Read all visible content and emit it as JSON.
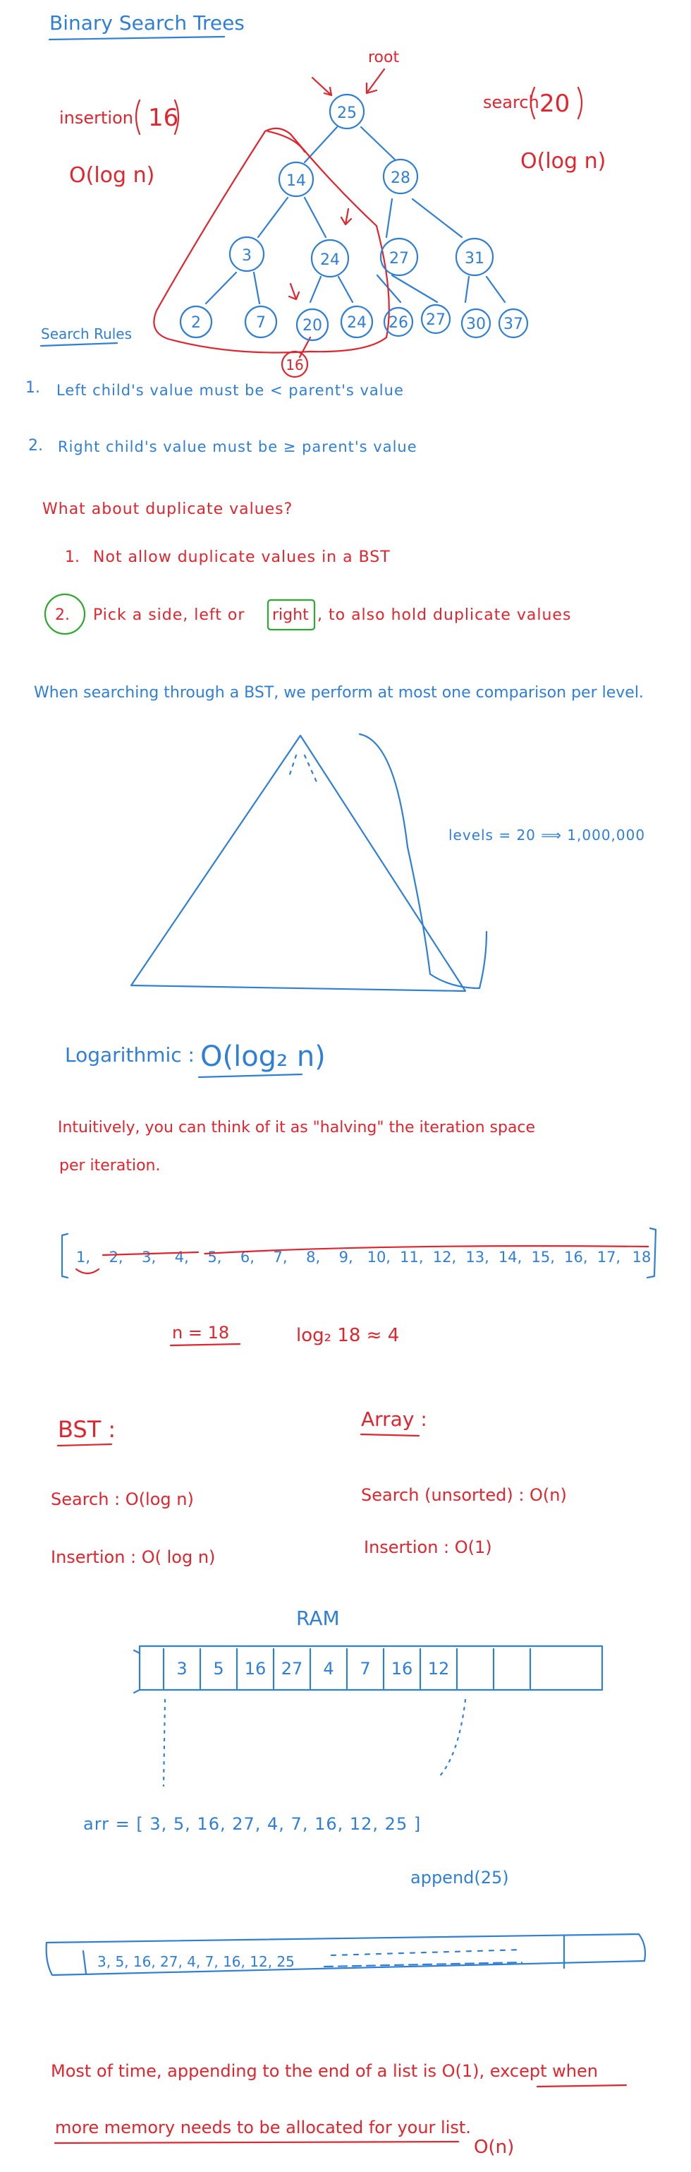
{
  "title": "Binary Search Trees",
  "tree": {
    "root_label": "root",
    "insertion_label": "insertion",
    "insertion_value": "16",
    "insertion_complexity": "O(log n)",
    "search_label": "search",
    "search_value": "20",
    "search_complexity": "O(log n)",
    "nodes": {
      "n25": "25",
      "n14": "14",
      "n28": "28",
      "n3": "3",
      "n24": "24",
      "n27a": "27",
      "n31": "31",
      "n2": "2",
      "n7": "7",
      "n20": "20",
      "n24b": "24",
      "n26": "26",
      "n27b": "27",
      "n30": "30",
      "n37": "37",
      "n16": "16"
    }
  },
  "search_rules": {
    "heading": "Search Rules",
    "rule1_num": "1.",
    "rule1": "Left child's value must be < parent's value",
    "rule2_num": "2.",
    "rule2": "Right child's value must be ≥ parent's value"
  },
  "duplicates": {
    "question": "What about duplicate values?",
    "opt1_num": "1.",
    "opt1": "Not allow duplicate values in a BST",
    "opt2_num": "2.",
    "opt2_pre": "Pick a side, left or",
    "opt2_right": "right",
    "opt2_post": ", to also hold duplicate values"
  },
  "comparison_note": "When searching through a BST, we perform at most one comparison per level.",
  "levels_note": "levels = 20 ⟹ 1,000,000",
  "logarithmic": {
    "label": "Logarithmic :",
    "formula": "O(log₂ n)",
    "intuition_line1": "Intuitively, you can think of it as \"halving\" the iteration space",
    "intuition_line2": "per iteration.",
    "array": [
      "1",
      "2",
      "3",
      "4",
      "5",
      "6",
      "7",
      "8",
      "9",
      "10",
      "11",
      "12",
      "13",
      "14",
      "15",
      "16",
      "17",
      "18"
    ],
    "n_eq": "n = 18",
    "log_eq": "log₂ 18 ≈ 4"
  },
  "comparison": {
    "bst_heading": "BST :",
    "bst_search": "Search : O(log n)",
    "bst_insert": "Insertion : O( log n)",
    "array_heading": "Array :",
    "array_search": "Search (unsorted) : O(n)",
    "array_insert": "Insertion : O(1)"
  },
  "ram": {
    "label": "RAM",
    "cells": [
      "3",
      "5",
      "16",
      "27",
      "4",
      "7",
      "16",
      "12",
      "",
      "",
      ""
    ],
    "arr_line": "arr = [ 3, 5, 16, 27, 4, 7, 16, 12, 25 ]",
    "append": "append(25)",
    "bar_values": "3, 5, 16, 27, 4, 7, 16, 12, 25"
  },
  "conclusion": {
    "line1": "Most of time, appending to the end of a list is O(1), except when",
    "line2": "more memory needs to be allocated for your list.",
    "on": "O(n)"
  },
  "colors": {
    "blue": "#2f7fd6",
    "red": "#e0252e",
    "green": "#2ea82e"
  }
}
